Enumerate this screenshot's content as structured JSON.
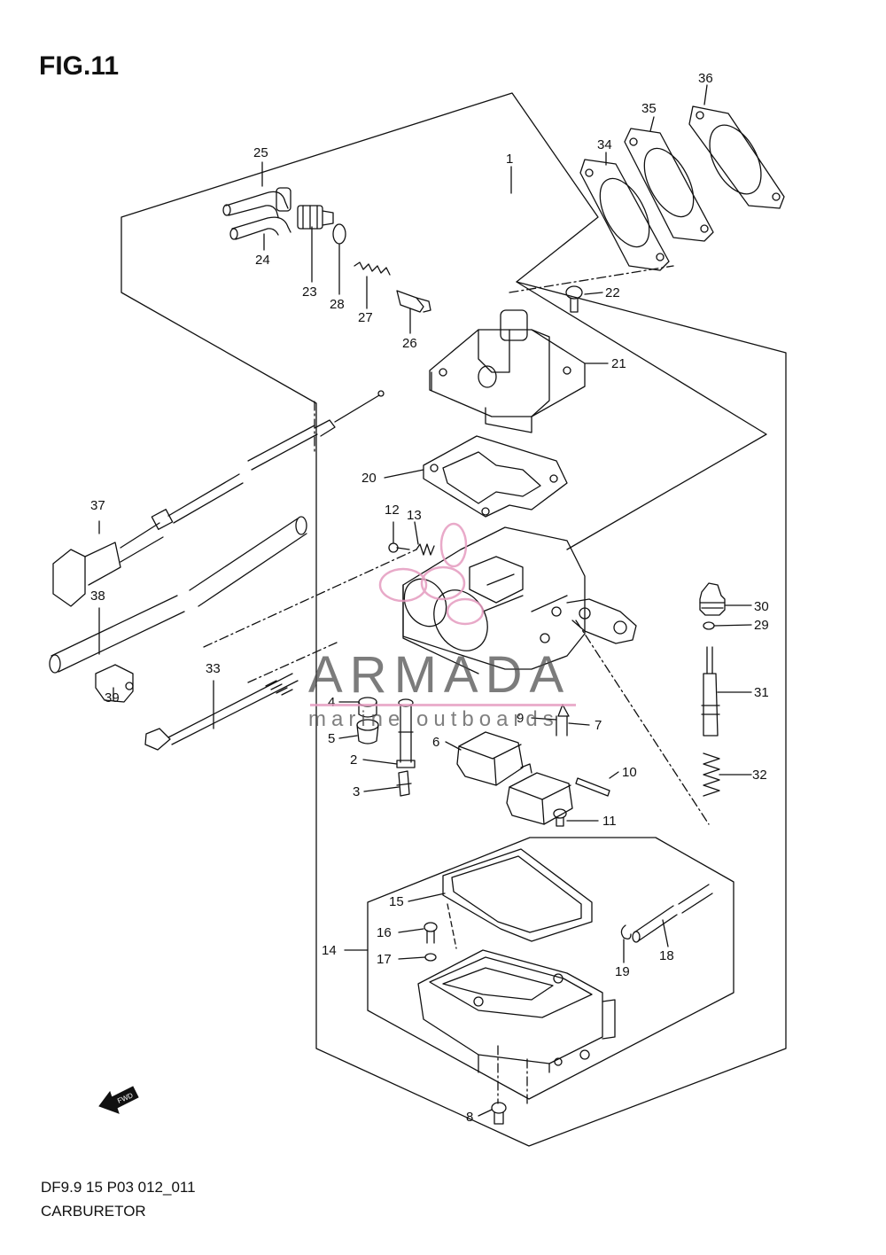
{
  "figure": {
    "title": "FIG.11",
    "code": "DF9.9 15 P03 012_011",
    "name": "CARBURETOR"
  },
  "watermark": {
    "brand": "ARMADA",
    "tagline": "marine outboards",
    "accent_color": "#e59bbf"
  },
  "callouts": [
    "1",
    "2",
    "3",
    "4",
    "5",
    "6",
    "7",
    "8",
    "9",
    "10",
    "11",
    "12",
    "13",
    "14",
    "15",
    "16",
    "17",
    "18",
    "19",
    "20",
    "21",
    "22",
    "23",
    "24",
    "25",
    "26",
    "27",
    "28",
    "29",
    "30",
    "31",
    "32",
    "33",
    "34",
    "35",
    "36",
    "37",
    "38",
    "39"
  ],
  "fwd_label": "FWD"
}
